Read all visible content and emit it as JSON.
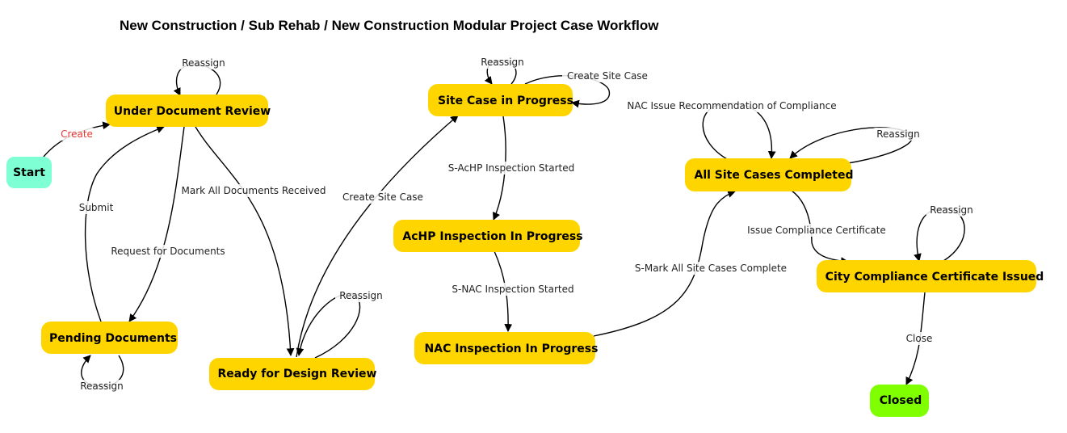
{
  "title": "New Construction / Sub Rehab / New Construction Modular Project Case Workflow",
  "colors": {
    "state_default": "#FFD500",
    "state_start": "#7FFFD4",
    "state_closed": "#7FFF00",
    "edge": "#000000",
    "create_label": "#E53935"
  },
  "states": {
    "start": "Start",
    "under_document_review": "Under Document Review",
    "pending_documents": "Pending Documents",
    "ready_for_design_review": "Ready for Design Review",
    "site_case_in_progress": "Site Case in Progress",
    "achp_inspection_in_progress": "AcHP Inspection In Progress",
    "nac_inspection_in_progress": "NAC Inspection In Progress",
    "all_site_cases_completed": "All Site Cases Completed",
    "city_compliance_certificate_issued": "City Compliance Certificate Issued",
    "closed": "Closed"
  },
  "transitions": {
    "create": "Create",
    "reassign_under_document_review": "Reassign",
    "submit": "Submit",
    "mark_all_documents_received": "Mark All Documents Received",
    "request_for_documents": "Request for Documents",
    "reassign_pending_documents": "Reassign",
    "reassign_ready_for_design_review": "Reassign",
    "create_site_case_from_design_review": "Create Site Case",
    "reassign_site_case": "Reassign",
    "create_site_case_loop": "Create Site Case",
    "s_achp_inspection_started": "S-AcHP Inspection Started",
    "s_nac_inspection_started": "S-NAC Inspection Started",
    "s_mark_all_site_cases_complete": "S-Mark All Site Cases Complete",
    "nac_issue_recommendation_of_compliance": "NAC Issue Recommendation of Compliance",
    "reassign_all_site_cases": "Reassign",
    "issue_compliance_certificate": "Issue Compliance Certificate",
    "reassign_city_compliance": "Reassign",
    "close": "Close"
  }
}
